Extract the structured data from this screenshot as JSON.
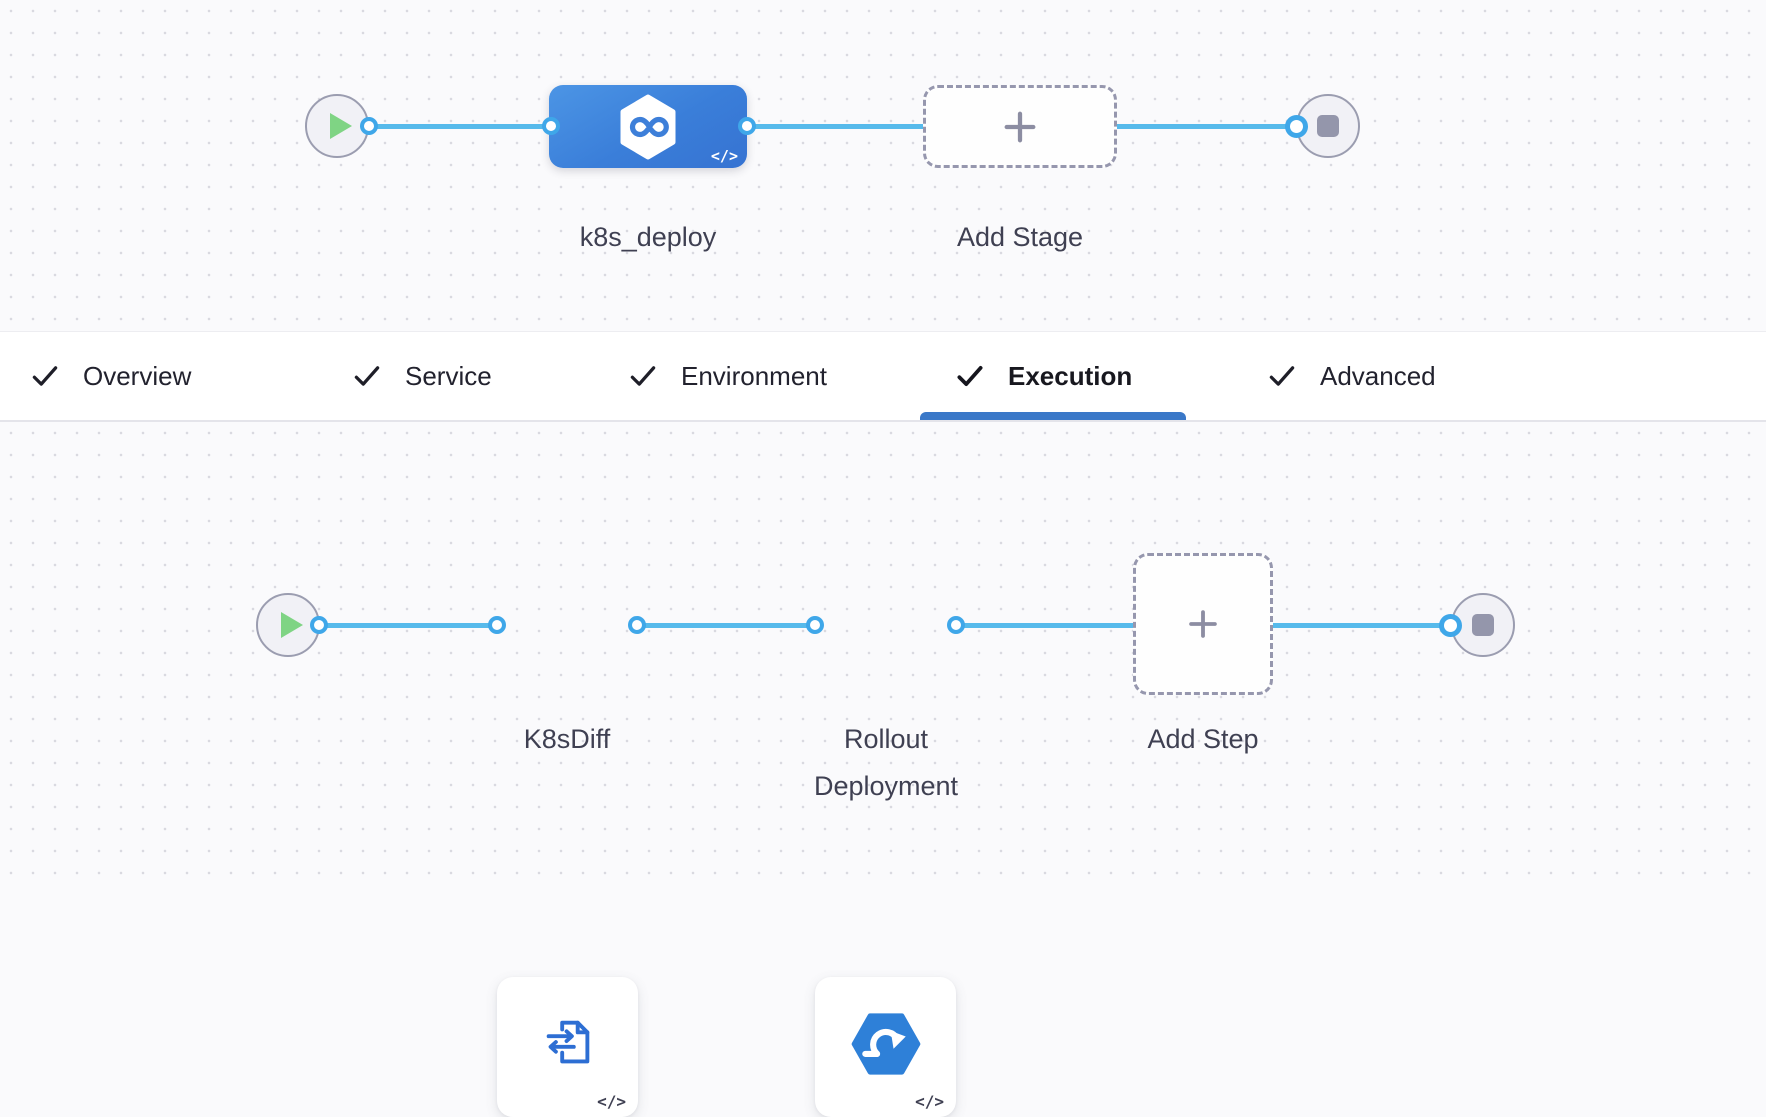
{
  "colors": {
    "canvas_bg": "#fafafc",
    "grid_dot": "#d9d9e0",
    "edge_blue": "#57baeb",
    "port_ring": "#3fa7e9",
    "stage_node_blue": "#3d85dc",
    "active_tab_underline": "#3a78c8",
    "play_green": "#7fd484",
    "endpoint_gray": "#9496ab",
    "label_text": "#3f4052"
  },
  "stage_pipeline": {
    "stage": {
      "label": "k8s_deploy",
      "code_badge": "</>"
    },
    "add_stage": {
      "label": "Add Stage"
    }
  },
  "tabs": {
    "items": [
      {
        "label": "Overview",
        "checked": true,
        "active": false
      },
      {
        "label": "Service",
        "checked": true,
        "active": false
      },
      {
        "label": "Environment",
        "checked": true,
        "active": false
      },
      {
        "label": "Execution",
        "checked": true,
        "active": true
      },
      {
        "label": "Advanced",
        "checked": true,
        "active": false
      }
    ]
  },
  "execution_pipeline": {
    "steps": [
      {
        "label": "K8sDiff",
        "code_badge": "</>"
      },
      {
        "label": "Rollout Deployment",
        "code_badge": "</>"
      }
    ],
    "add_step": {
      "label": "Add Step"
    }
  }
}
